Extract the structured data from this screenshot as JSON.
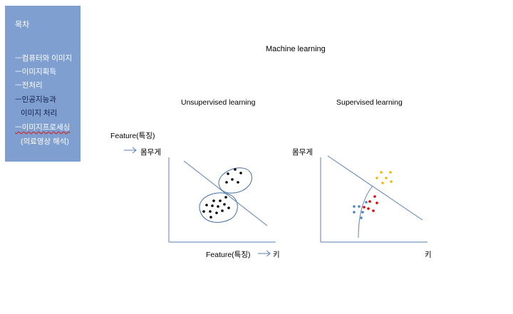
{
  "sidebar": {
    "title": "목차",
    "items": [
      "ㅡ컴퓨터와 이미지",
      "ㅡ이미지획득",
      "ㅡ전처리",
      "ㅡ인공지능과",
      "이미지 처리",
      "ㅡ이미지프로세싱",
      "(의료영상 해석)"
    ]
  },
  "slide": {
    "title": "Machine learning",
    "unsupervised": {
      "label": "Unsupervised learning",
      "feature_label": "Feature(특징)",
      "y_axis": "몸무게",
      "x_feature": "Feature(특징)",
      "x_axis": "키"
    },
    "supervised": {
      "label": "Supervised learning",
      "y_axis": "몸무게",
      "x_axis": "키"
    }
  },
  "colors": {
    "sidebar_bg": "#7f9fd0",
    "axis": "#5b7fb6",
    "cluster_dots": "#000000",
    "class_orange": "#f5b800",
    "class_red": "#e00000",
    "class_blue": "#4a86c8"
  }
}
